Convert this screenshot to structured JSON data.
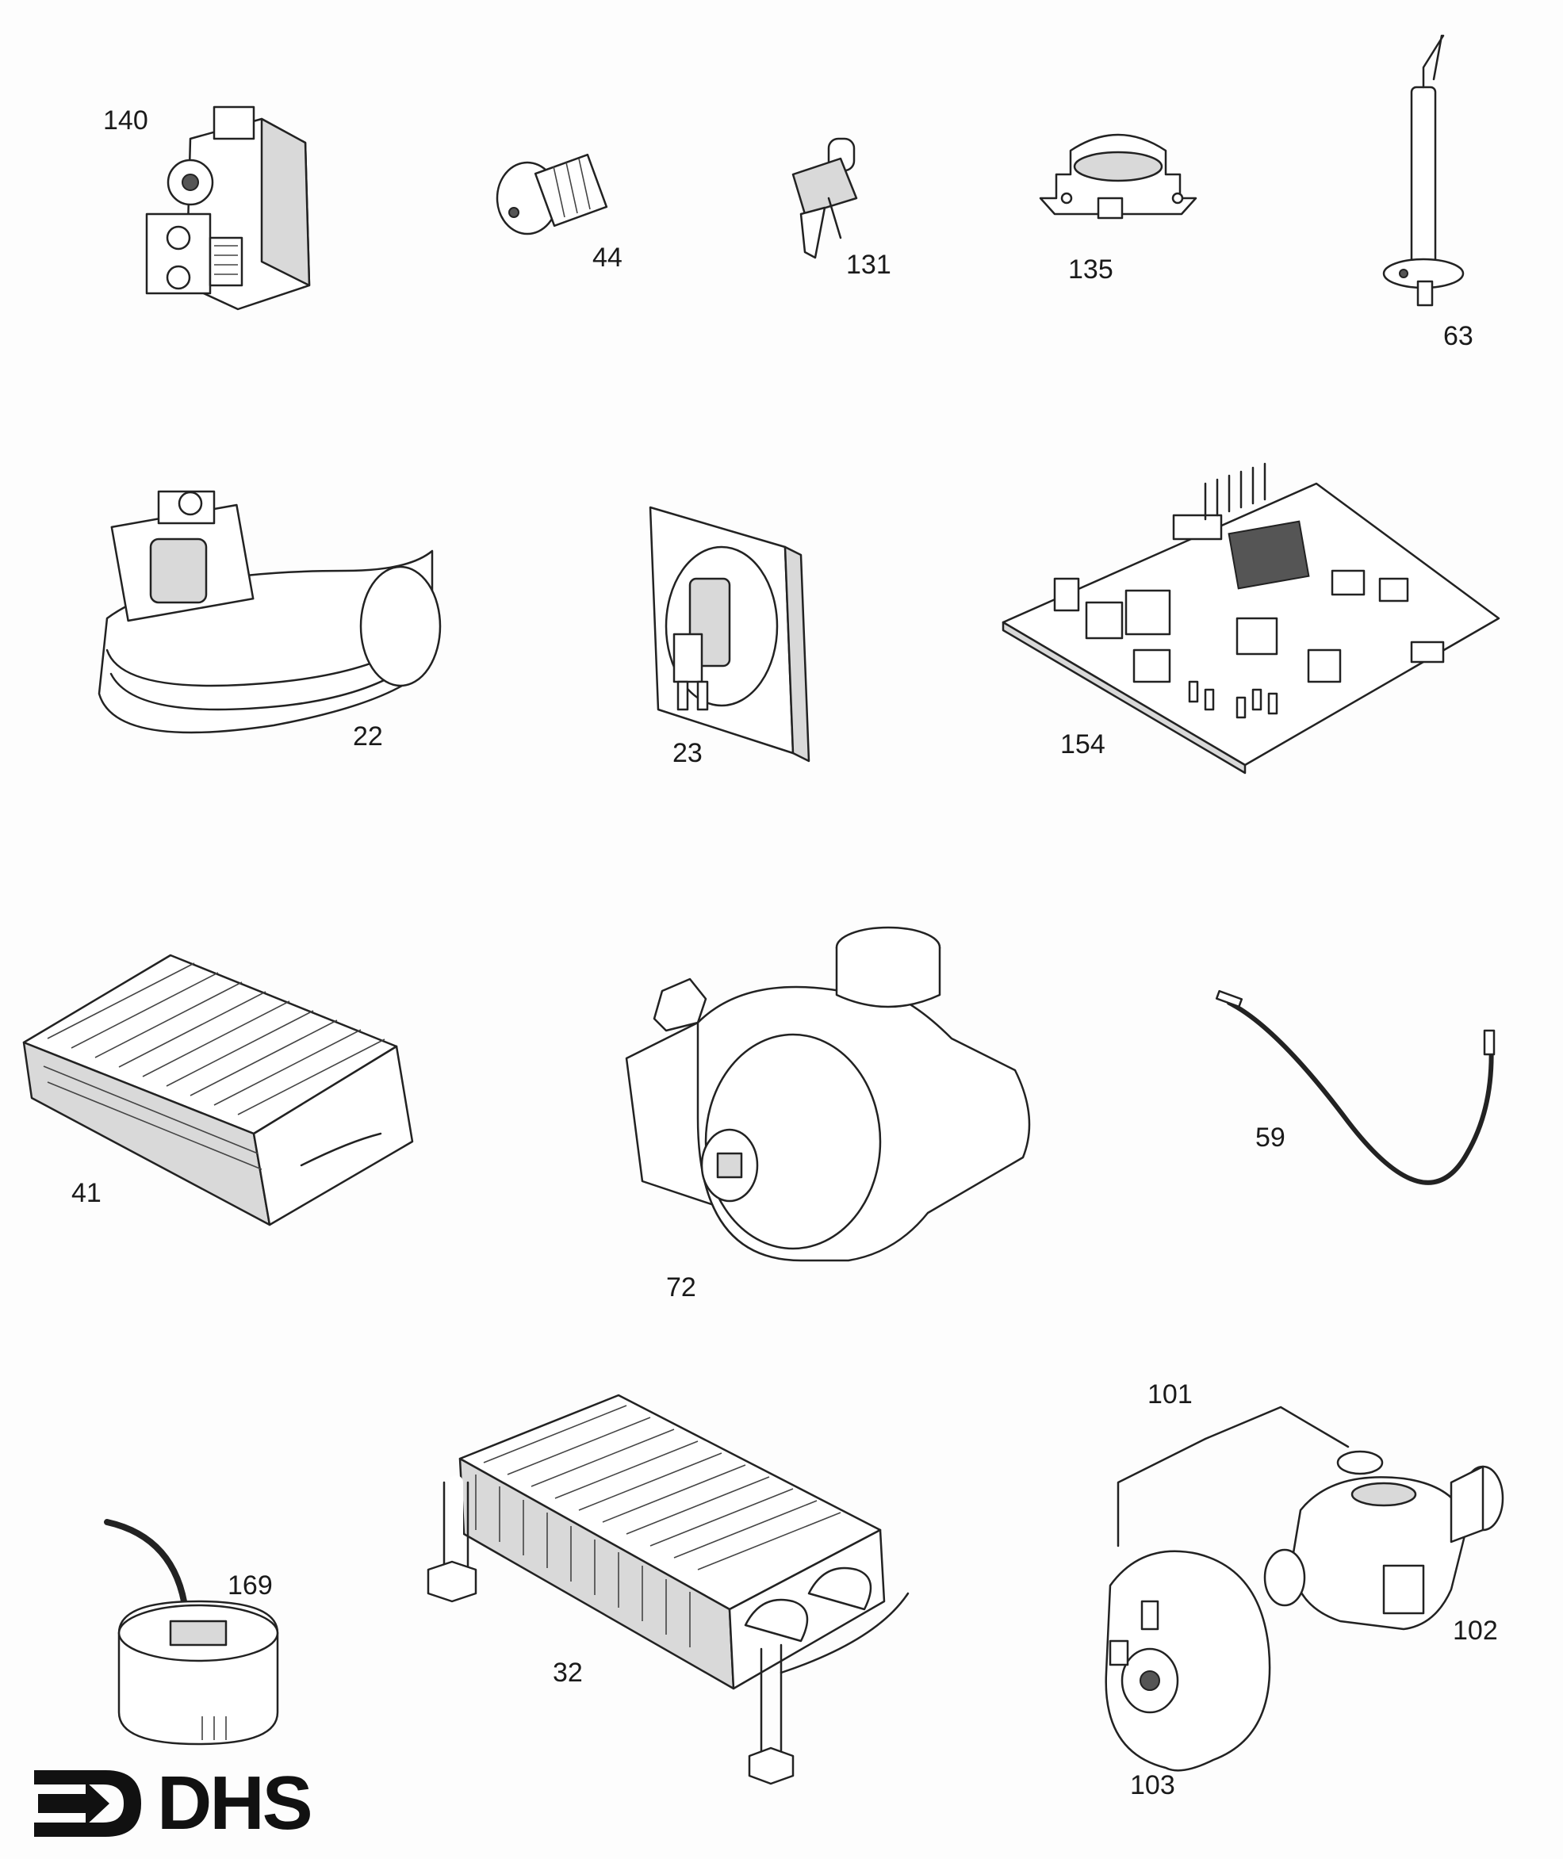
{
  "parts": [
    {
      "id": "gas-valve",
      "label": "140"
    },
    {
      "id": "injector",
      "label": "44"
    },
    {
      "id": "thermistor",
      "label": "131"
    },
    {
      "id": "overheat-thermostat",
      "label": "135"
    },
    {
      "id": "electrode",
      "label": "63"
    },
    {
      "id": "fan",
      "label": "22"
    },
    {
      "id": "pressure-switch",
      "label": "23"
    },
    {
      "id": "pcb",
      "label": "154"
    },
    {
      "id": "burner",
      "label": "41"
    },
    {
      "id": "pump",
      "label": "72"
    },
    {
      "id": "lead",
      "label": "59"
    },
    {
      "id": "sensor",
      "label": "169"
    },
    {
      "id": "heat-exchanger",
      "label": "32"
    },
    {
      "id": "valve-assembly",
      "label": "101"
    },
    {
      "id": "diverter-valve",
      "label": "102"
    },
    {
      "id": "diaphragm-housing",
      "label": "103"
    }
  ],
  "logo": {
    "text": "DHS",
    "icon": "arrow-bracket-icon"
  }
}
